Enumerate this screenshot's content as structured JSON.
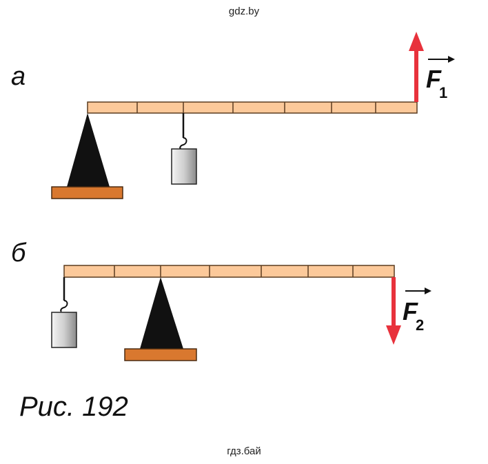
{
  "watermark_top": "gdz.by",
  "watermark_bottom": "гдз.бай",
  "caption": "Рис. 192",
  "figures": [
    {
      "label": "а",
      "force": {
        "letter": "F",
        "subscript": "1",
        "direction": "up"
      }
    },
    {
      "label": "б",
      "force": {
        "letter": "F",
        "subscript": "2",
        "direction": "down"
      }
    }
  ],
  "colors": {
    "lever_fill": "#fcc99a",
    "lever_stroke": "#5a3b1f",
    "support": "#111111",
    "base": "#d9782f",
    "force_arrow": "#e8323c",
    "weight_light": "#f2f2f2",
    "weight_dark": "#8a8a8a"
  }
}
